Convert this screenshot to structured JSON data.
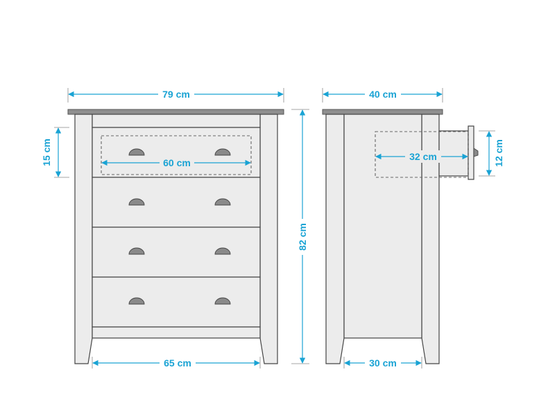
{
  "dimensions": {
    "total_width": "79 cm",
    "drawer_height": "15 cm",
    "inner_drawer_width": "60 cm",
    "total_height": "82 cm",
    "leg_span_width": "65 cm",
    "side_depth": "40 cm",
    "drawer_depth": "32 cm",
    "side_drawer_height": "12 cm",
    "side_leg_span": "30 cm"
  },
  "colors": {
    "dimension_line": "#1aa3d4",
    "furniture_body": "#ececec",
    "top_panel": "#8f8f8f",
    "outline": "#444444"
  }
}
